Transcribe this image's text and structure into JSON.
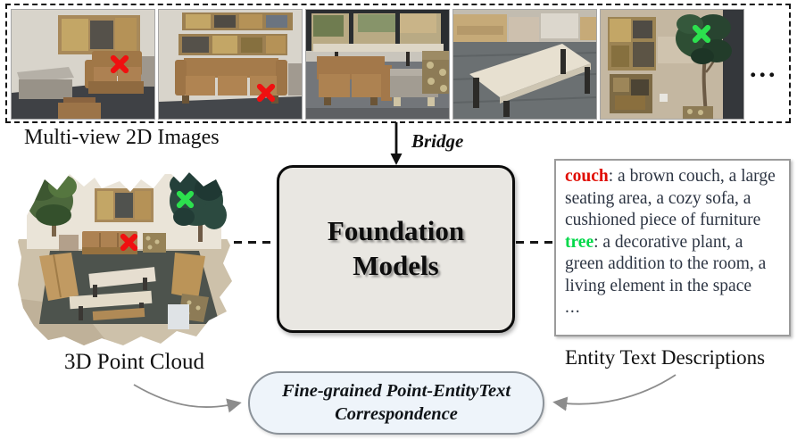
{
  "figure": {
    "top_strip": {
      "label": "Multi-view 2D Images",
      "ellipsis": "...",
      "thumbnails": [
        {
          "name": "couch corner with gray ottoman and wall art",
          "marker": "red-x"
        },
        {
          "name": "three-seat brown couch with wall art",
          "marker": "red-x"
        },
        {
          "name": "bench seating with window counter",
          "marker": "none"
        },
        {
          "name": "long white tables on carpet",
          "marker": "none"
        },
        {
          "name": "wall art panels and indoor tree",
          "marker": "green-x"
        }
      ]
    },
    "bridge_label": "Bridge",
    "foundation_box": {
      "line1": "Foundation",
      "line2": "Models"
    },
    "point_cloud_label": "3D Point Cloud",
    "entity_box": {
      "couch_term": "couch",
      "couch_desc": ": a brown couch, a large seating area, a cozy sofa, a cushioned piece of furniture",
      "tree_term": "tree",
      "tree_desc": ": a decorative plant, a green addition to the room, a living element in the space",
      "ellipsis": "...",
      "label": "Entity Text Descriptions"
    },
    "pill": {
      "line1": "Fine-grained Point-EntityText",
      "line2": "Correspondence"
    }
  },
  "colors": {
    "marker_red": "#f01010",
    "marker_green": "#2ce04e",
    "entity_couch": "#e00b00",
    "entity_tree": "#00d848",
    "foundation_bg": "#e9e7e2",
    "pill_bg": "#eef4fa",
    "pill_border": "#8b9299"
  }
}
